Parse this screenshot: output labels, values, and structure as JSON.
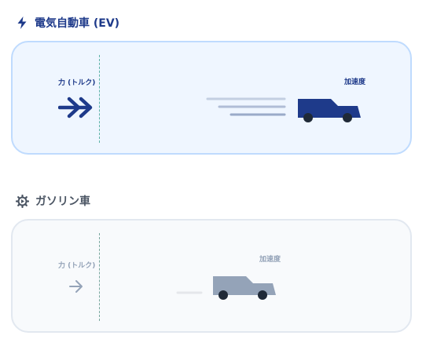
{
  "ev": {
    "title": "電気自動車 (EV)",
    "force_label": "力 (トルク)",
    "accel_label": "加速度",
    "color": "#1e3a8a",
    "icon": "lightning-icon"
  },
  "gas": {
    "title": "ガソリン車",
    "force_label": "力 (トルク)",
    "accel_label": "加速度",
    "color": "#94a3b8",
    "icon": "gear-icon"
  }
}
